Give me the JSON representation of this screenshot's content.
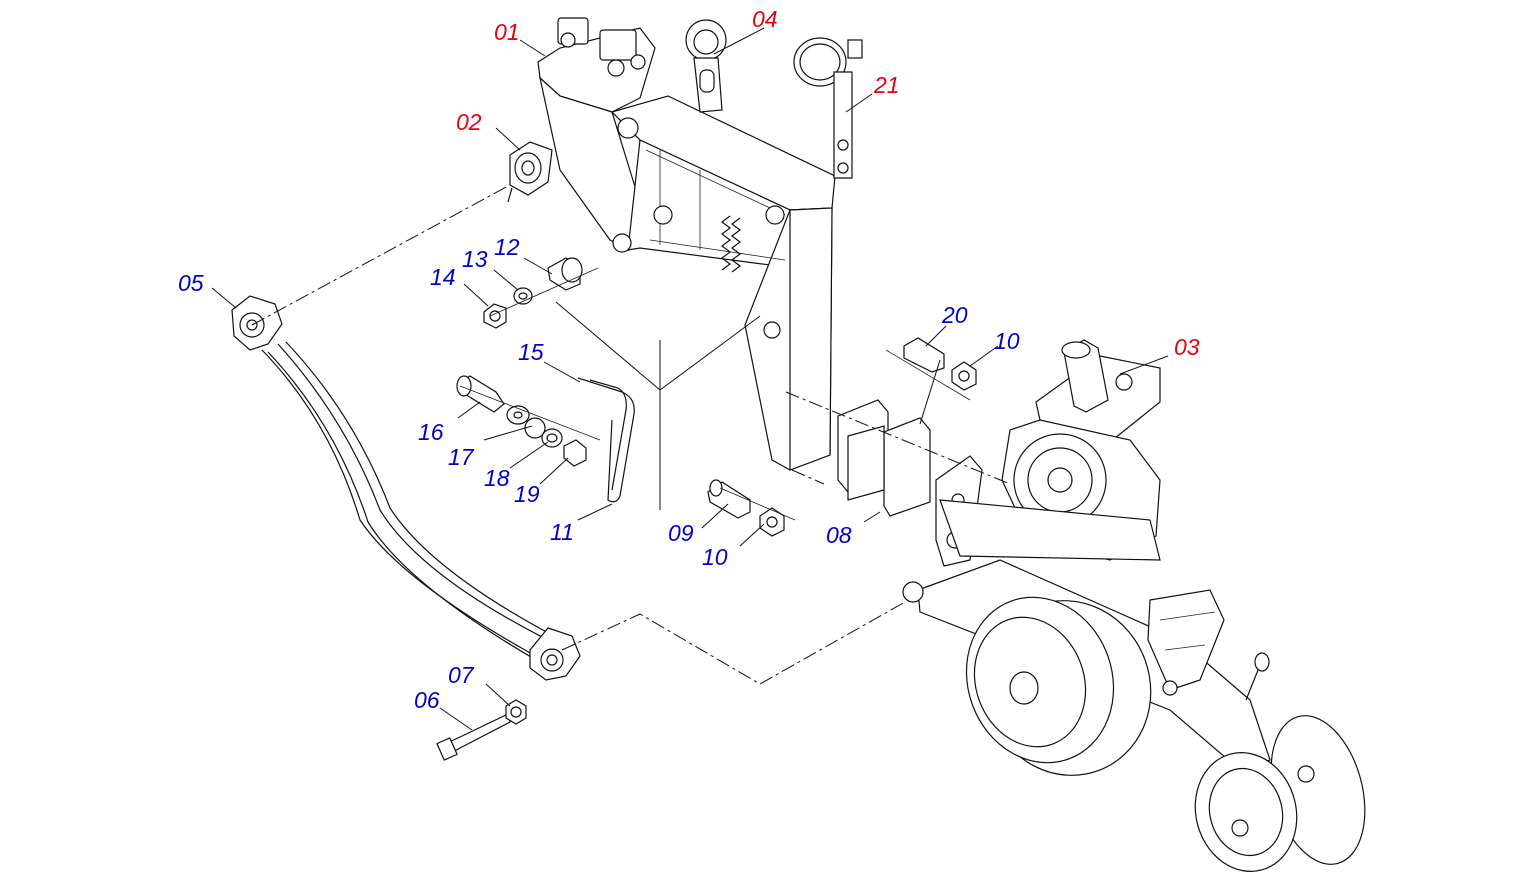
{
  "colors": {
    "main_assembly": "#e8000e",
    "component": "#0000c8",
    "lines": "#111111"
  },
  "labels": [
    {
      "id": "01",
      "group": "main_assembly"
    },
    {
      "id": "02",
      "group": "main_assembly"
    },
    {
      "id": "03",
      "group": "main_assembly"
    },
    {
      "id": "04",
      "group": "main_assembly"
    },
    {
      "id": "21",
      "group": "main_assembly"
    },
    {
      "id": "05",
      "group": "component"
    },
    {
      "id": "06",
      "group": "component"
    },
    {
      "id": "07",
      "group": "component"
    },
    {
      "id": "08",
      "group": "component"
    },
    {
      "id": "09",
      "group": "component"
    },
    {
      "id": "10",
      "group": "component"
    },
    {
      "id": "10",
      "group": "component"
    },
    {
      "id": "11",
      "group": "component"
    },
    {
      "id": "12",
      "group": "component"
    },
    {
      "id": "13",
      "group": "component"
    },
    {
      "id": "14",
      "group": "component"
    },
    {
      "id": "15",
      "group": "component"
    },
    {
      "id": "16",
      "group": "component"
    },
    {
      "id": "17",
      "group": "component"
    },
    {
      "id": "18",
      "group": "component"
    },
    {
      "id": "19",
      "group": "component"
    },
    {
      "id": "20",
      "group": "component"
    }
  ]
}
